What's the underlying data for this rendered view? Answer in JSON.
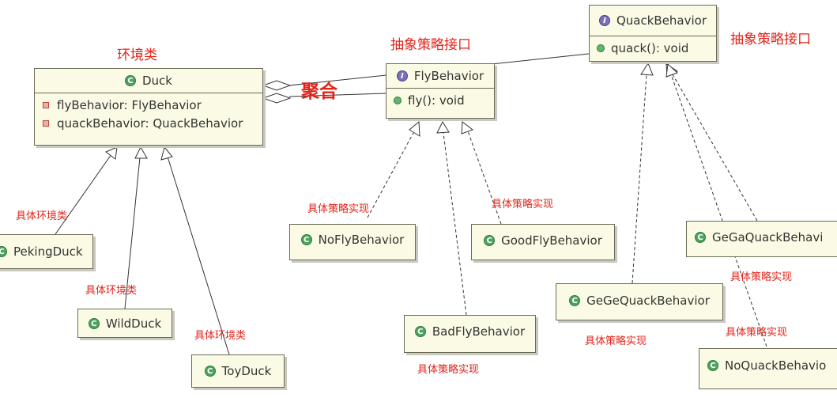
{
  "classes": {
    "duck": {
      "name": "Duck",
      "fields": [
        "flyBehavior: FlyBehavior",
        "quackBehavior: QuackBehavior"
      ]
    },
    "flyBehavior": {
      "name": "FlyBehavior",
      "methods": [
        "fly(): void"
      ]
    },
    "quackBehavior": {
      "name": "QuackBehavior",
      "methods": [
        "quack(): void"
      ]
    },
    "pekingDuck": {
      "name": "PekingDuck"
    },
    "wildDuck": {
      "name": "WildDuck"
    },
    "toyDuck": {
      "name": "ToyDuck"
    },
    "noFlyBehavior": {
      "name": "NoFlyBehavior"
    },
    "goodFlyBehavior": {
      "name": "GoodFlyBehavior"
    },
    "badFlyBehavior": {
      "name": "BadFlyBehavior"
    },
    "geGeQuackBehavior": {
      "name": "GeGeQuackBehavior"
    },
    "geGaQuackBehavior": {
      "name": "GeGaQuackBehavi"
    },
    "noQuackBehavior": {
      "name": "NoQuackBehavio"
    }
  },
  "icons": {
    "class": "C",
    "interface": "I"
  },
  "annotations": {
    "context": "环境类",
    "abstractStrategy1": "抽象策略接口",
    "abstractStrategy2": "抽象策略接口",
    "aggregation": "聚合",
    "concreteContext1": "具体环境类",
    "concreteContext2": "具体环境类",
    "concreteContext3": "具体环境类",
    "concreteStrategy1": "具体策略实现",
    "concreteStrategy2": "具体策略实现",
    "concreteStrategy3": "具体策略实现",
    "concreteStrategy4": "具体策略实现",
    "concreteStrategy5": "具体策略实现",
    "concreteStrategy6": "具体策略实现"
  },
  "colors": {
    "box": "#fbfbe5",
    "border": "#6b6b55",
    "note": "#e2231a",
    "line": "#333333"
  }
}
